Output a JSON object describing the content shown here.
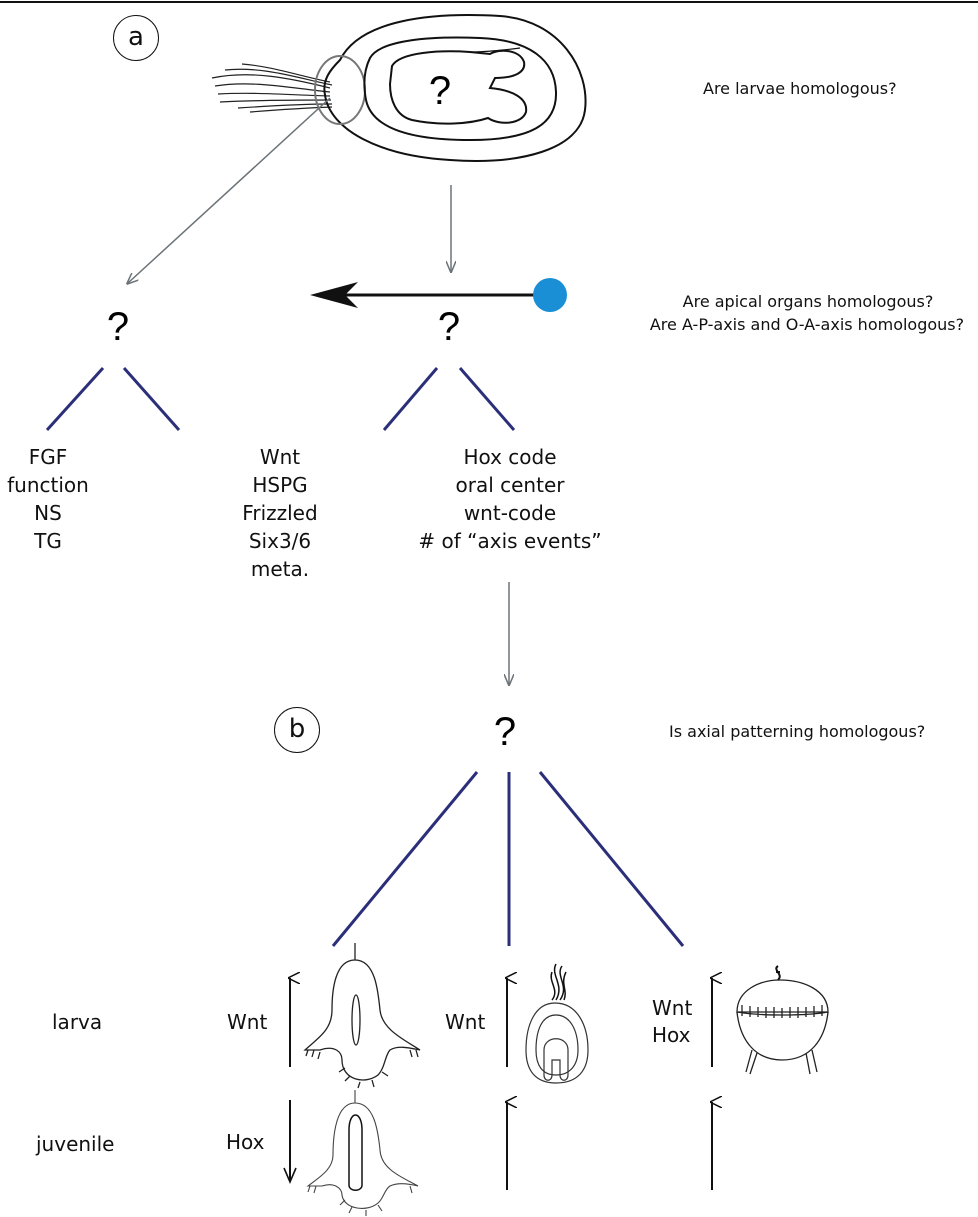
{
  "panel_a": {
    "label": "a",
    "larva_question": "?",
    "left_question": "?",
    "right_question": "?",
    "question_larvae": "Are larvae homologous?",
    "question_apical_1": "Are apical organs homologous?",
    "question_apical_2": "Are A-P-axis and O-A-axis homologous?",
    "list_1": [
      "FGF",
      "function",
      "NS",
      "TG"
    ],
    "list_2": [
      "Wnt",
      "HSPG",
      "Frizzled",
      "Six3/6",
      "meta."
    ],
    "list_3": [
      "Hox code",
      "oral center",
      "wnt-code",
      "# of “axis events”"
    ],
    "colors": {
      "apical_dot": "#1a8fd6",
      "branch_line": "#2b2f7a",
      "arrow_gray": "#6b7378"
    }
  },
  "panel_b": {
    "label": "b",
    "question": "?",
    "question_axial": "Is axial patterning homologous?",
    "row_larva": "larva",
    "row_juvenile": "juvenile",
    "col1_larva": "Wnt",
    "col1_juvenile": "Hox",
    "col2_larva": "Wnt",
    "col3_larva_1": "Wnt",
    "col3_larva_2": "Hox"
  }
}
